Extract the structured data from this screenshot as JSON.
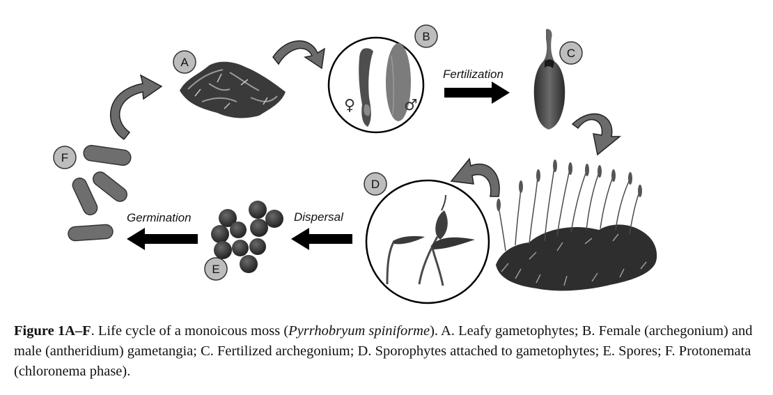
{
  "stages": {
    "A": {
      "letter": "A"
    },
    "B": {
      "letter": "B",
      "female_symbol": "♀",
      "male_symbol": "♂"
    },
    "C": {
      "letter": "C"
    },
    "D": {
      "letter": "D"
    },
    "E": {
      "letter": "E"
    },
    "F": {
      "letter": "F"
    }
  },
  "flow_labels": {
    "fertilization": "Fertilization",
    "dispersal": "Dispersal",
    "germination": "Germination"
  },
  "caption": {
    "bold": "Figure 1A–F",
    "text1": ". Life cycle of a monoicous moss (",
    "species": "Pyrrhobryum spiniforme",
    "text2": "). A. Leafy gametophytes; B. Female (archegonium) and male (antheridium) gametangia; C. Fertilized archegonium; D. Sporophytes attached to gametophytes; E. Spores; F. Protonemata (chloronema phase)."
  },
  "colors": {
    "badge_fill": "#bdbdbd",
    "arrow_fill": "#6b6b6b",
    "flow_arrow": "#000000"
  }
}
